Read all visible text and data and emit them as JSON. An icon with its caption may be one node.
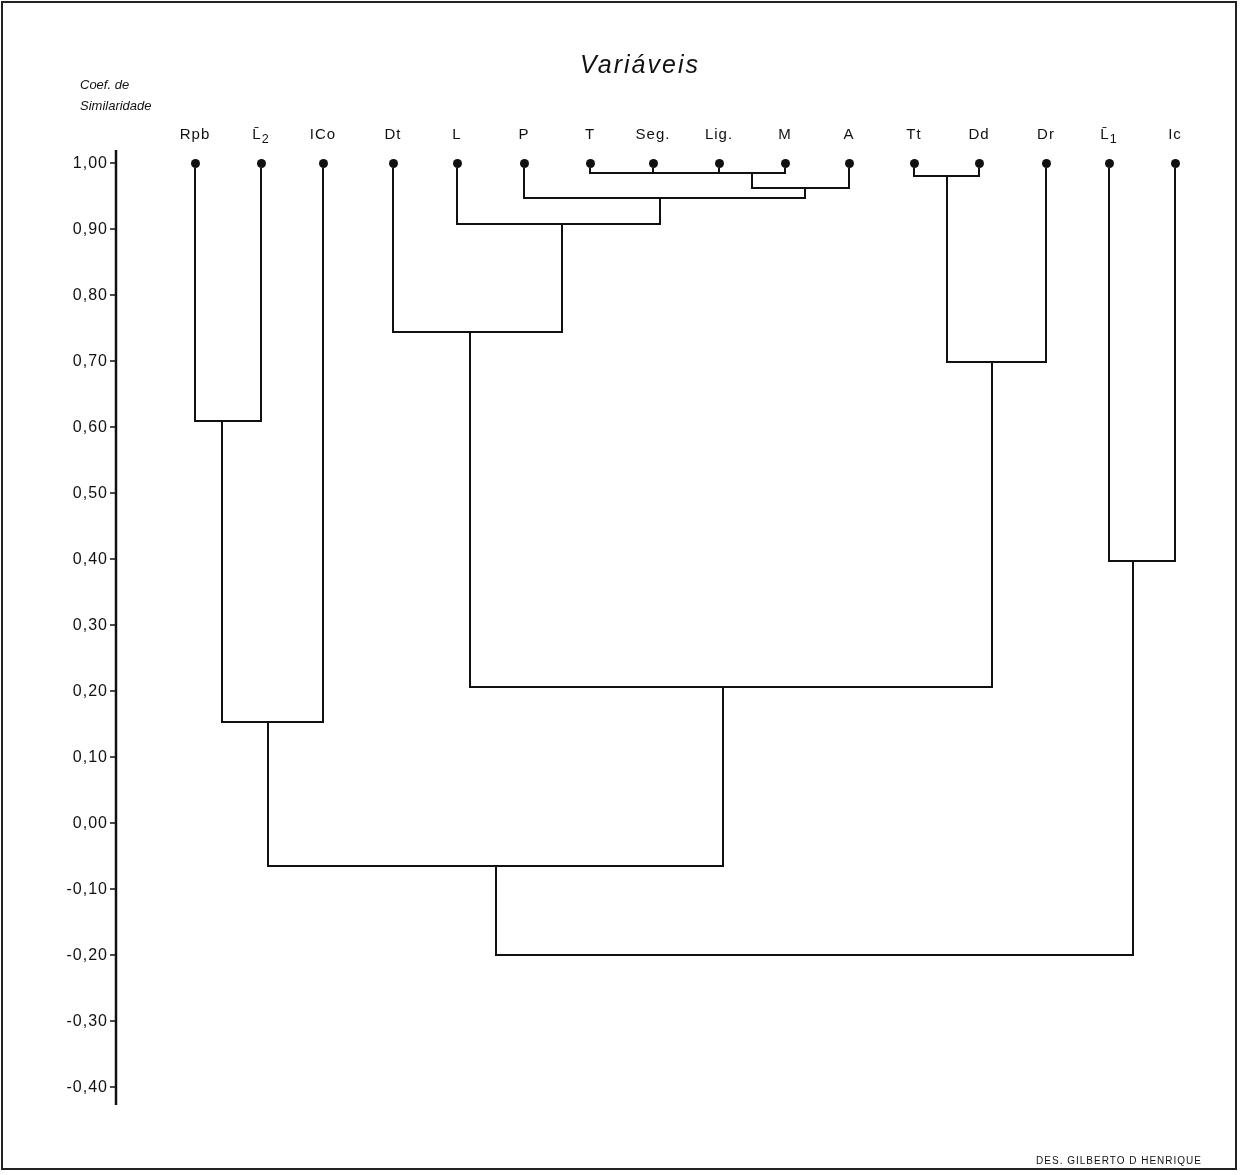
{
  "diagram": {
    "title": "Variáveis",
    "nodes": [
      {
        "text": [
          "Rpb"
        ]
      },
      {
        "text": [
          "L̄$_{2}$"
        ]
      },
      {
        "text": [
          "ICo"
        ]
      },
      {
        "text": [
          "Dt"
        ]
      },
      {
        "text": [
          "L"
        ]
      },
      {
        "text": [
          "P"
        ]
      },
      {
        "text": [
          "T"
        ]
      },
      {
        "text": [
          "Seg."
        ]
      },
      {
        "text": [
          "Lig."
        ]
      },
      {
        "text": [
          "M"
        ]
      },
      {
        "text": [
          "A"
        ]
      },
      {
        "text": [
          "Tt"
        ]
      },
      {
        "text": [
          "Dd"
        ]
      },
      {
        "text": [
          "Dr"
        ]
      },
      {
        "text": [
          "L̄$_{1}$"
        ]
      },
      {
        "text": [
          "Ic"
        ]
      },
      {
        "text": [],
        "shape": "bar"
      },
      {
        "text": [],
        "shape": "bar"
      },
      {
        "text": [],
        "shape": "bar"
      },
      {
        "text": [],
        "shape": "bar"
      },
      {
        "text": [],
        "shape": "bar"
      },
      {
        "text": [],
        "shape": "bar"
      },
      {
        "text": [],
        "shape": "bar"
      },
      {
        "text": [],
        "shape": "bar"
      },
      {
        "text": [],
        "shape": "bar"
      },
      {
        "text": [],
        "shape": "bar"
      },
      {
        "text": [],
        "shape": "bar"
      },
      {
        "text": [],
        "shape": "bar"
      },
      {
        "text": [],
        "shape": "bar"
      }
    ],
    "edges": [
      {
        "from": 6,
        "to": 16,
        "arrow": "none"
      },
      {
        "from": 7,
        "to": 16,
        "arrow": "none"
      },
      {
        "from": 8,
        "to": 16,
        "arrow": "none"
      },
      {
        "from": 9,
        "to": 16,
        "arrow": "none"
      },
      {
        "from": 11,
        "to": 17,
        "arrow": "none"
      },
      {
        "from": 12,
        "to": 17,
        "arrow": "none"
      },
      {
        "from": 16,
        "to": 18,
        "arrow": "none"
      },
      {
        "from": 10,
        "to": 18,
        "arrow": "none"
      },
      {
        "from": 5,
        "to": 19,
        "arrow": "none"
      },
      {
        "from": 18,
        "to": 19,
        "arrow": "none"
      },
      {
        "from": 4,
        "to": 20,
        "arrow": "none"
      },
      {
        "from": 19,
        "to": 20,
        "arrow": "none"
      },
      {
        "from": 3,
        "to": 21,
        "arrow": "none"
      },
      {
        "from": 20,
        "to": 21,
        "arrow": "none"
      },
      {
        "from": 17,
        "to": 22,
        "arrow": "none"
      },
      {
        "from": 13,
        "to": 22,
        "arrow": "none"
      },
      {
        "from": 0,
        "to": 23,
        "arrow": "none"
      },
      {
        "from": 1,
        "to": 23,
        "arrow": "none"
      },
      {
        "from": 14,
        "to": 24,
        "arrow": "none"
      },
      {
        "from": 15,
        "to": 24,
        "arrow": "none"
      },
      {
        "from": 21,
        "to": 25,
        "arrow": "none"
      },
      {
        "from": 22,
        "to": 25,
        "arrow": "none"
      },
      {
        "from": 23,
        "to": 26,
        "arrow": "none"
      },
      {
        "from": 2,
        "to": 26,
        "arrow": "none"
      },
      {
        "from": 26,
        "to": 27,
        "arrow": "none"
      },
      {
        "from": 25,
        "to": 27,
        "arrow": "none"
      },
      {
        "from": 27,
        "to": 28,
        "arrow": "none"
      },
      {
        "from": 24,
        "to": 28,
        "arrow": "none"
      }
    ],
    "labels": [
      "Coef. de Similaridade",
      "1,00",
      "0,90",
      "0,80",
      "0,70",
      "0,60",
      "0,50",
      "0,40",
      "0,30",
      "0,20",
      "0,10",
      "0,00",
      "-0,10",
      "-0,20",
      "-0,30",
      "-0,40",
      "DES. GILBERTO D HENRIQUE"
    ]
  }
}
